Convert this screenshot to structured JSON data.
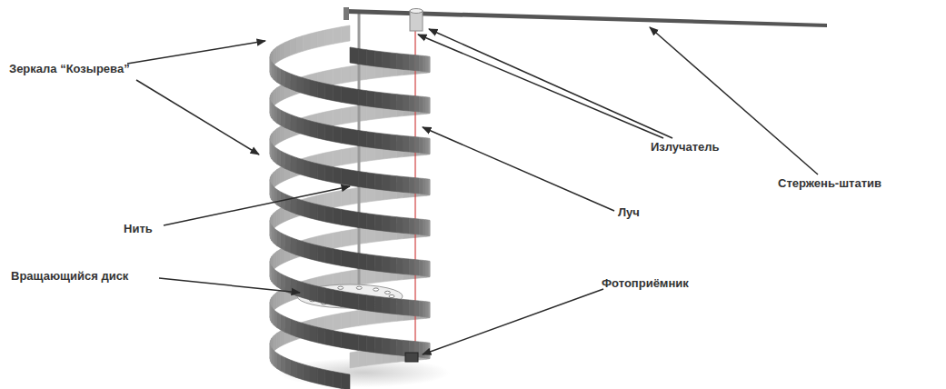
{
  "diagram": {
    "labels": [
      "Зеркала “Козырева”",
      "Излучатель",
      "Стержень-штатив",
      "Нить",
      "Луч",
      "Вращающийся диск",
      "Фотоприёмник"
    ]
  }
}
